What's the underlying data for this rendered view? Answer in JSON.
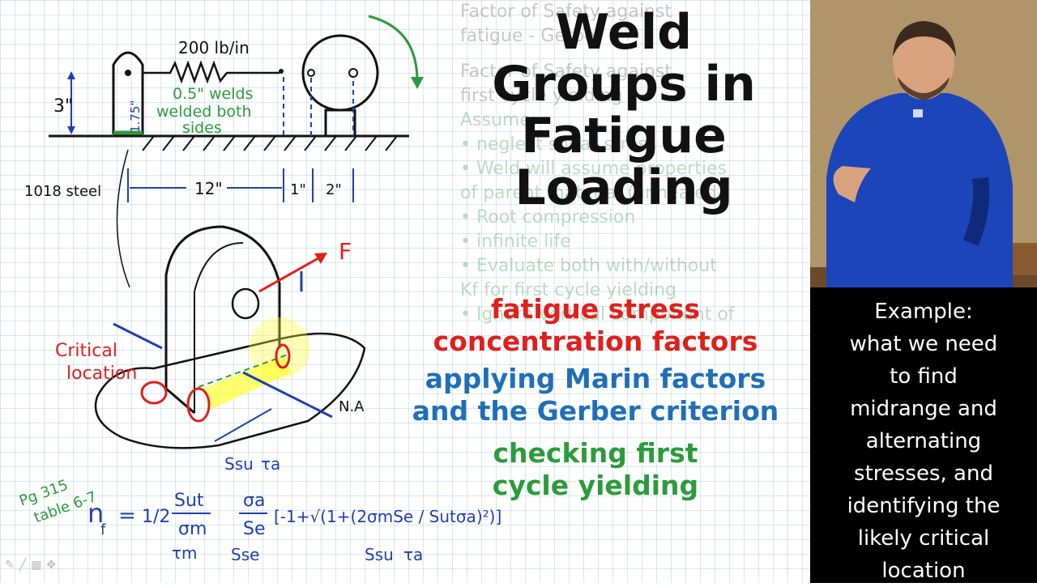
{
  "title": {
    "lines": [
      "Weld",
      "Groups in",
      "Fatigue",
      "Loading"
    ]
  },
  "topics": [
    {
      "text": "fatigue stress",
      "color": "#e0201c"
    },
    {
      "text": "concentration factors",
      "color": "#e0201c"
    },
    {
      "text": "applying Marin factors",
      "color": "#1f6fb8"
    },
    {
      "text": "and the Gerber criterion",
      "color": "#1f6fb8"
    },
    {
      "text": "checking first",
      "color": "#2c9b3b"
    },
    {
      "text": "cycle yielding",
      "color": "#2c9b3b"
    }
  ],
  "caption": {
    "lines": [
      "Example:",
      "what we need",
      "to find",
      "midrange and",
      "alternating",
      "stresses, and",
      "identifying the",
      "likely critical",
      "location"
    ]
  },
  "sketch": {
    "spring_label": "200 lb/in",
    "weld_label": "0.5\" welds",
    "welded_label_1": "welded both",
    "welded_label_2": "sides",
    "height_label": "3\"",
    "inner_height_label": "1.75\"",
    "material_label": "1018 steel",
    "dim_12": "12\"",
    "dim_1": "1\"",
    "dim_2": "2\"",
    "force_label": "F",
    "critical_label_1": "Critical",
    "critical_label_2": "location",
    "na_label": "N.A",
    "ref_label_1": "Pg 315",
    "ref_label_2": "table 6-7",
    "eq_lhs": "n",
    "eq_sub": "f",
    "eq_eq": "=",
    "eq_half": "1/2",
    "eq_sut": "Sut",
    "eq_sm": "σm",
    "eq_sa": "σa",
    "eq_se": "Se",
    "eq_bracket": "[-1+√(1+(2σmSe / Sutσa)²)]",
    "eq_ssu": "Ssu",
    "eq_tau_a": "τa",
    "eq_tau_m": "τm",
    "eq_sse": "Sse",
    "eq_ssu_2": "Ssu",
    "eq_tau_a_2": "τa"
  },
  "background_notes": {
    "lines": [
      "Factor of Safety against",
      "fatigue - Gerber",
      "Factor of Safety against",
      "first cycle yielding",
      "Assume:",
      "• neglect shear stress",
      "• Weld will assume properties",
      "  of parent material (annealed)",
      "• Root compression",
      "• infinite life",
      "• Evaluate both with/without",
      "  Kf for first cycle yielding",
      "• Ignore vertical component of"
    ]
  },
  "colors": {
    "title": "#111111",
    "ink_black": "#111111",
    "ink_blue": "#1f3fb0",
    "ink_green": "#2c9b3b",
    "ink_red": "#e0201c",
    "highlight_yellow": "#ffff33",
    "caption_bg": "#000000"
  }
}
